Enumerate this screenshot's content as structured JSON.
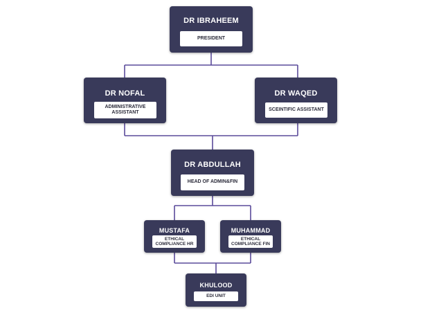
{
  "colors": {
    "node_background": "#393a5a",
    "role_background": "#ffffff",
    "connector": "#5a4a9a"
  },
  "nodes": {
    "ibraheem": {
      "name": "DR IBRAHEEM",
      "role": "PRESIDENT"
    },
    "nofal": {
      "name": "DR NOFAL",
      "role": "ADMINISTRATIVE ASSISTANT"
    },
    "waqed": {
      "name": "DR WAQED",
      "role": "SCEINTIFIC ASSISTANT"
    },
    "abdullah": {
      "name": "DR ABDULLAH",
      "role": "HEAD OF ADMIN&FIN"
    },
    "mustafa": {
      "name": "MUSTAFA",
      "role": "ETHICAL COMPLIANCE HR"
    },
    "muhammad": {
      "name": "MUHAMMAD",
      "role": "ETHICAL COMPLIANCE FIN"
    },
    "khulood": {
      "name": "KHULOOD",
      "role": "EDI UNIT"
    }
  },
  "links": [
    {
      "from": "ibraheem",
      "to": "nofal"
    },
    {
      "from": "ibraheem",
      "to": "waqed"
    },
    {
      "from": "nofal",
      "to": "abdullah"
    },
    {
      "from": "waqed",
      "to": "abdullah"
    },
    {
      "from": "abdullah",
      "to": "mustafa"
    },
    {
      "from": "abdullah",
      "to": "muhammad"
    },
    {
      "from": "mustafa",
      "to": "khulood"
    },
    {
      "from": "muhammad",
      "to": "khulood"
    }
  ]
}
